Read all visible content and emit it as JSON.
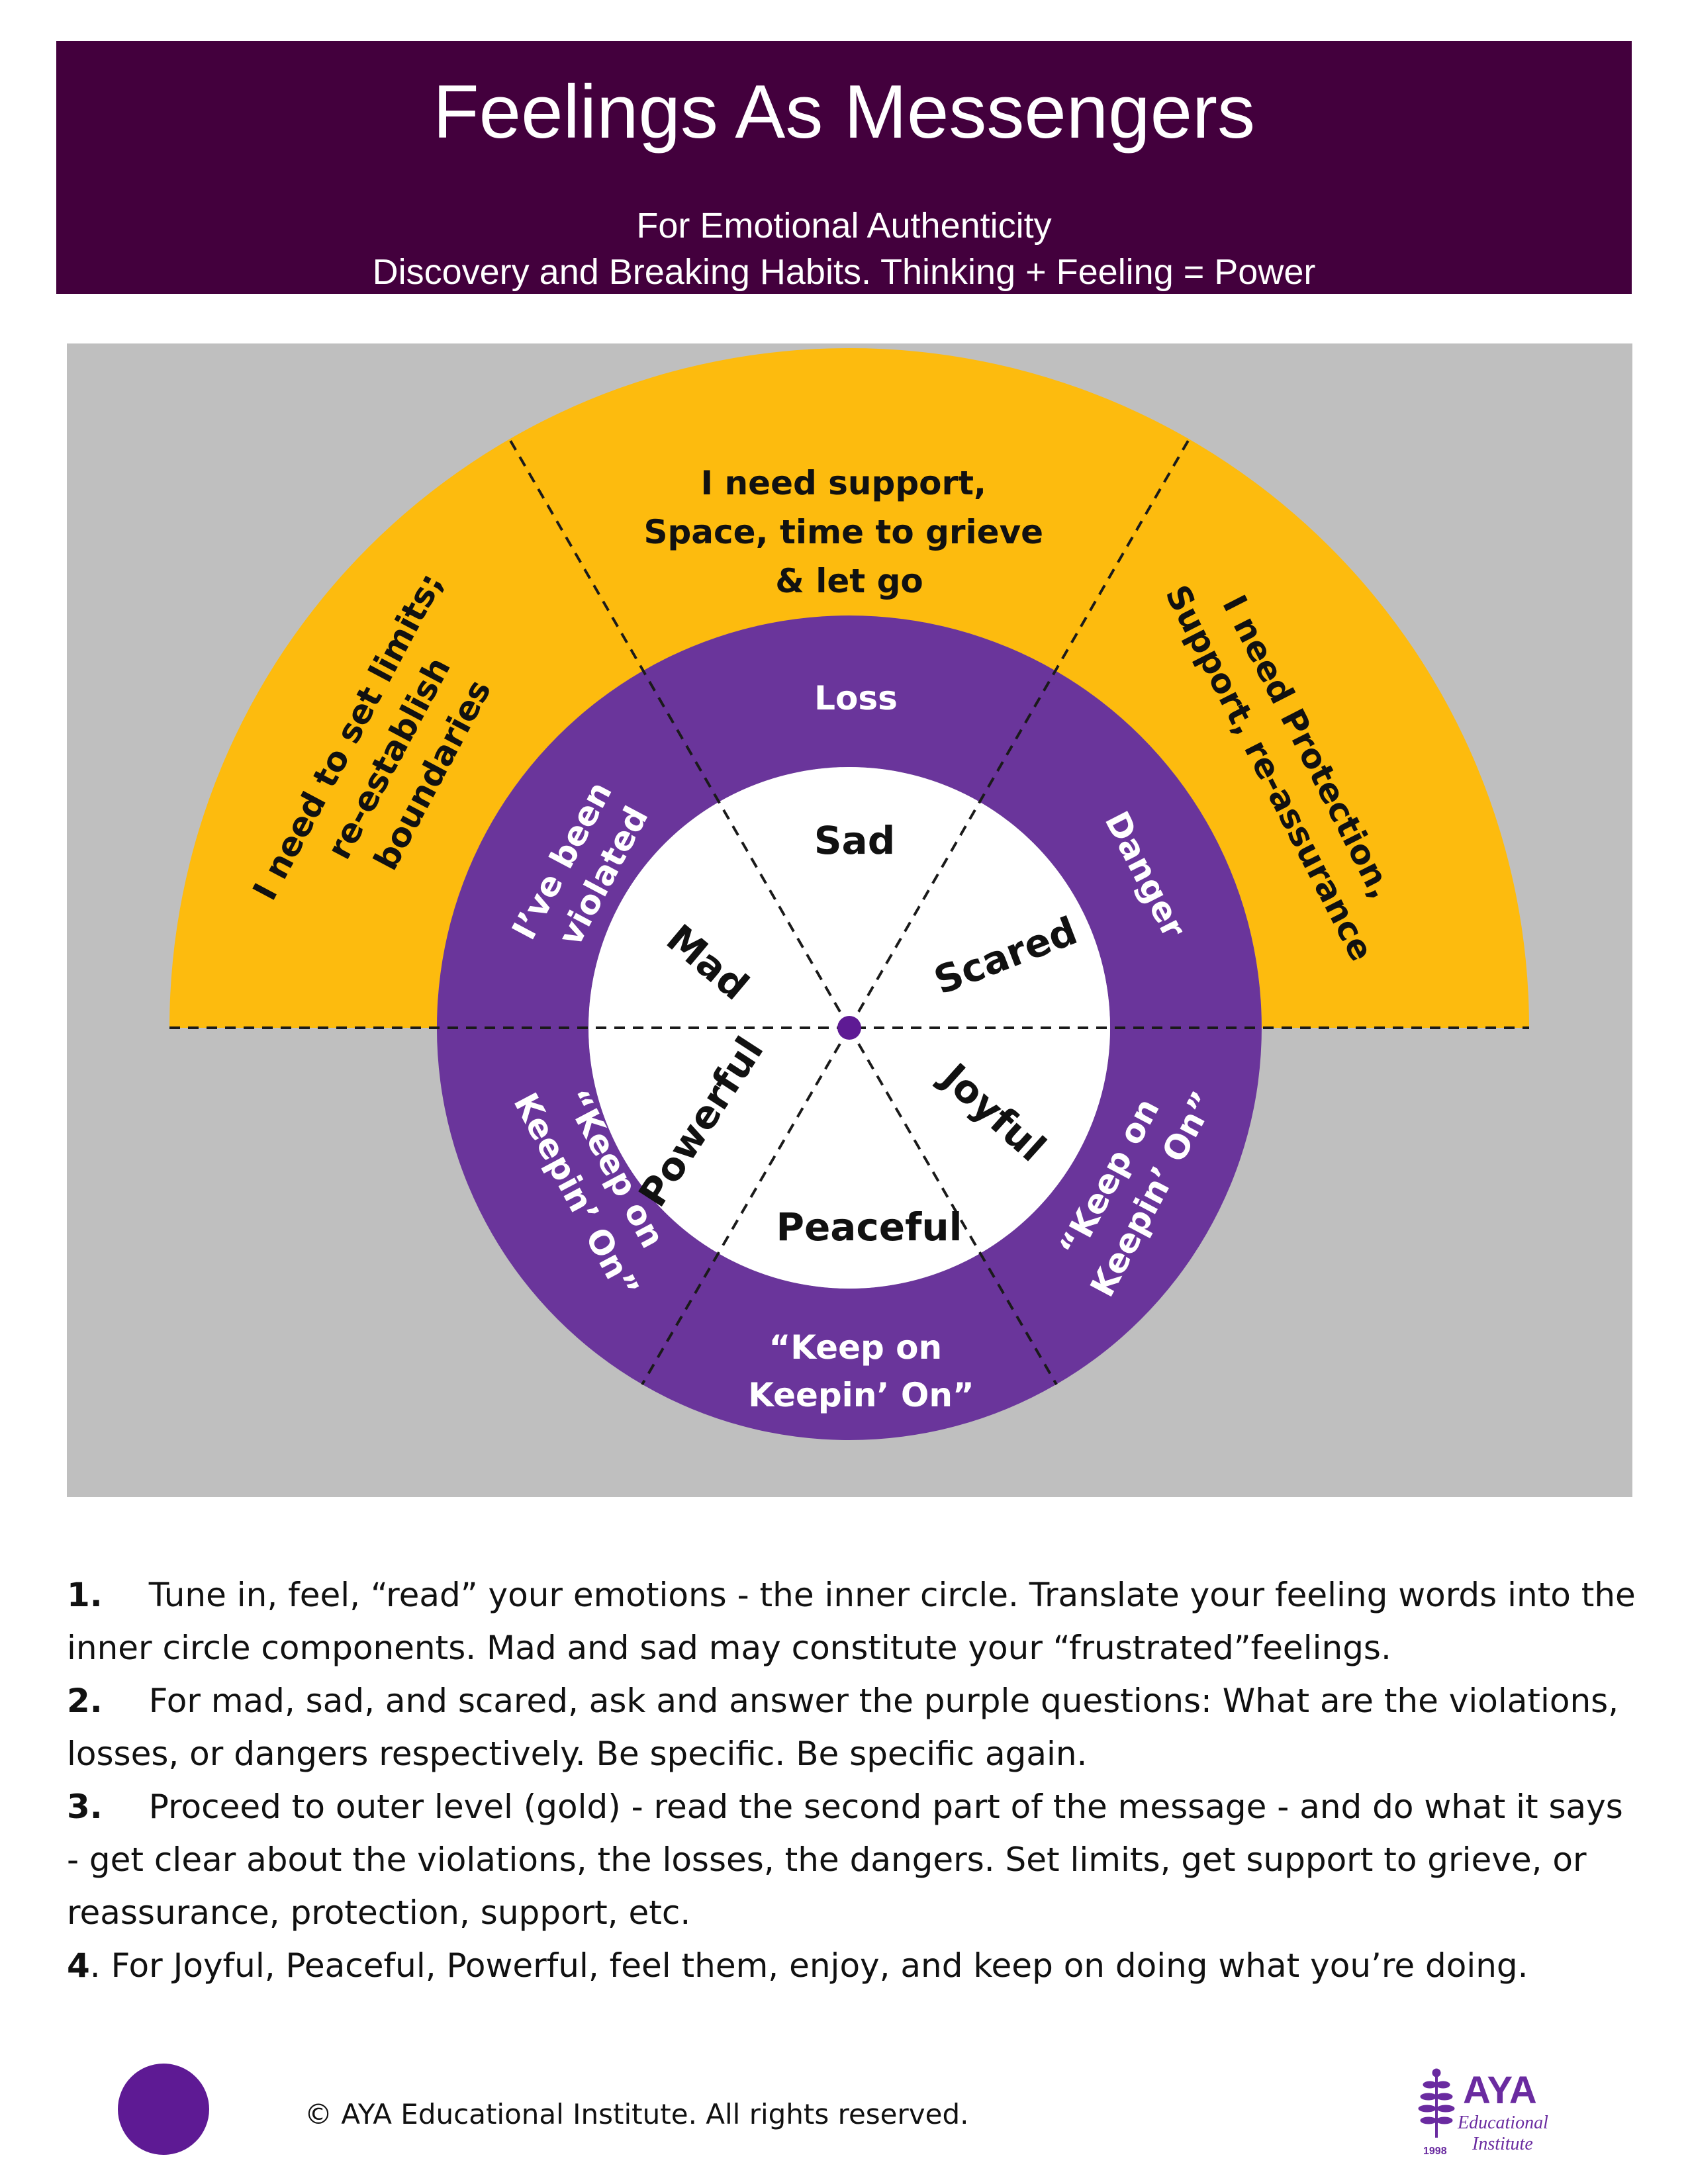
{
  "header": {
    "title": "Feelings As Messengers",
    "subtitle_1": "For Emotional Authenticity",
    "subtitle_2": "Discovery and Breaking Habits. Thinking + Feeling  = Power"
  },
  "colors": {
    "header_bg": "#43003d",
    "panel_bg": "#bfbfbf",
    "gold": "#fdbb0e",
    "purple": "#6a359b",
    "white": "#ffffff",
    "dot": "#5e1a94"
  },
  "diagram": {
    "inner_circle": [
      "Sad",
      "Scared",
      "Joyful",
      "Peaceful",
      "Powerful",
      "Mad"
    ],
    "purple_ring": {
      "loss": "Loss",
      "danger": "Danger",
      "violated": [
        "I’ve been",
        "violated"
      ],
      "keep_on_lines": [
        "“Keep on",
        "Keepin’ On”"
      ]
    },
    "gold_ring": {
      "top": [
        "I need support,",
        "Space, time to grieve",
        "& let go"
      ],
      "left": [
        "I need to set limits;",
        "re-establish",
        "boundaries"
      ],
      "right": [
        "I need Protection,",
        "Support, re-assurance"
      ]
    }
  },
  "instructions": [
    {
      "num": "1.",
      "text": "Tune in, feel, “read” your emotions - the inner circle. Translate your feeling words into the inner circle components. Mad and sad may constitute your “frustrated”feelings."
    },
    {
      "num": "2.",
      "text": "For mad, sad, and scared, ask and answer the purple questions: What are the violations, losses, or dangers respectively. Be specific. Be specific again."
    },
    {
      "num": "3.",
      "text": "Proceed to outer level (gold) - read the second part of the message - and do what it says - get clear about the violations, the losses, the dangers. Set limits, get support to grieve, or reassurance, protection, support, etc."
    },
    {
      "num": "4",
      "text": ". For Joyful, Peaceful, Powerful, feel them, enjoy, and keep on doing what you’re doing."
    }
  ],
  "footer": {
    "copyright": "© AYA Educational Institute. All rights reserved.",
    "logo": {
      "name": "AYA",
      "line1": "Educational",
      "line2": "Institute",
      "year": "1998",
      "icon": "fern-icon"
    }
  }
}
